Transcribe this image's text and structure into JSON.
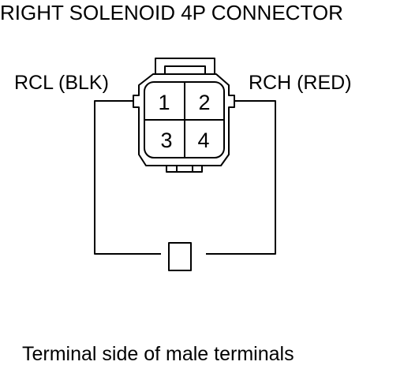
{
  "title": "RIGHT SOLENOID 4P CONNECTOR",
  "wires": {
    "left_label": "RCL (BLK)",
    "right_label": "RCH (RED)"
  },
  "connector": {
    "terminals": [
      "1",
      "2",
      "3",
      "4"
    ]
  },
  "caption": "Terminal side of male terminals",
  "colors": {
    "line": "#000000",
    "background": "#ffffff"
  }
}
